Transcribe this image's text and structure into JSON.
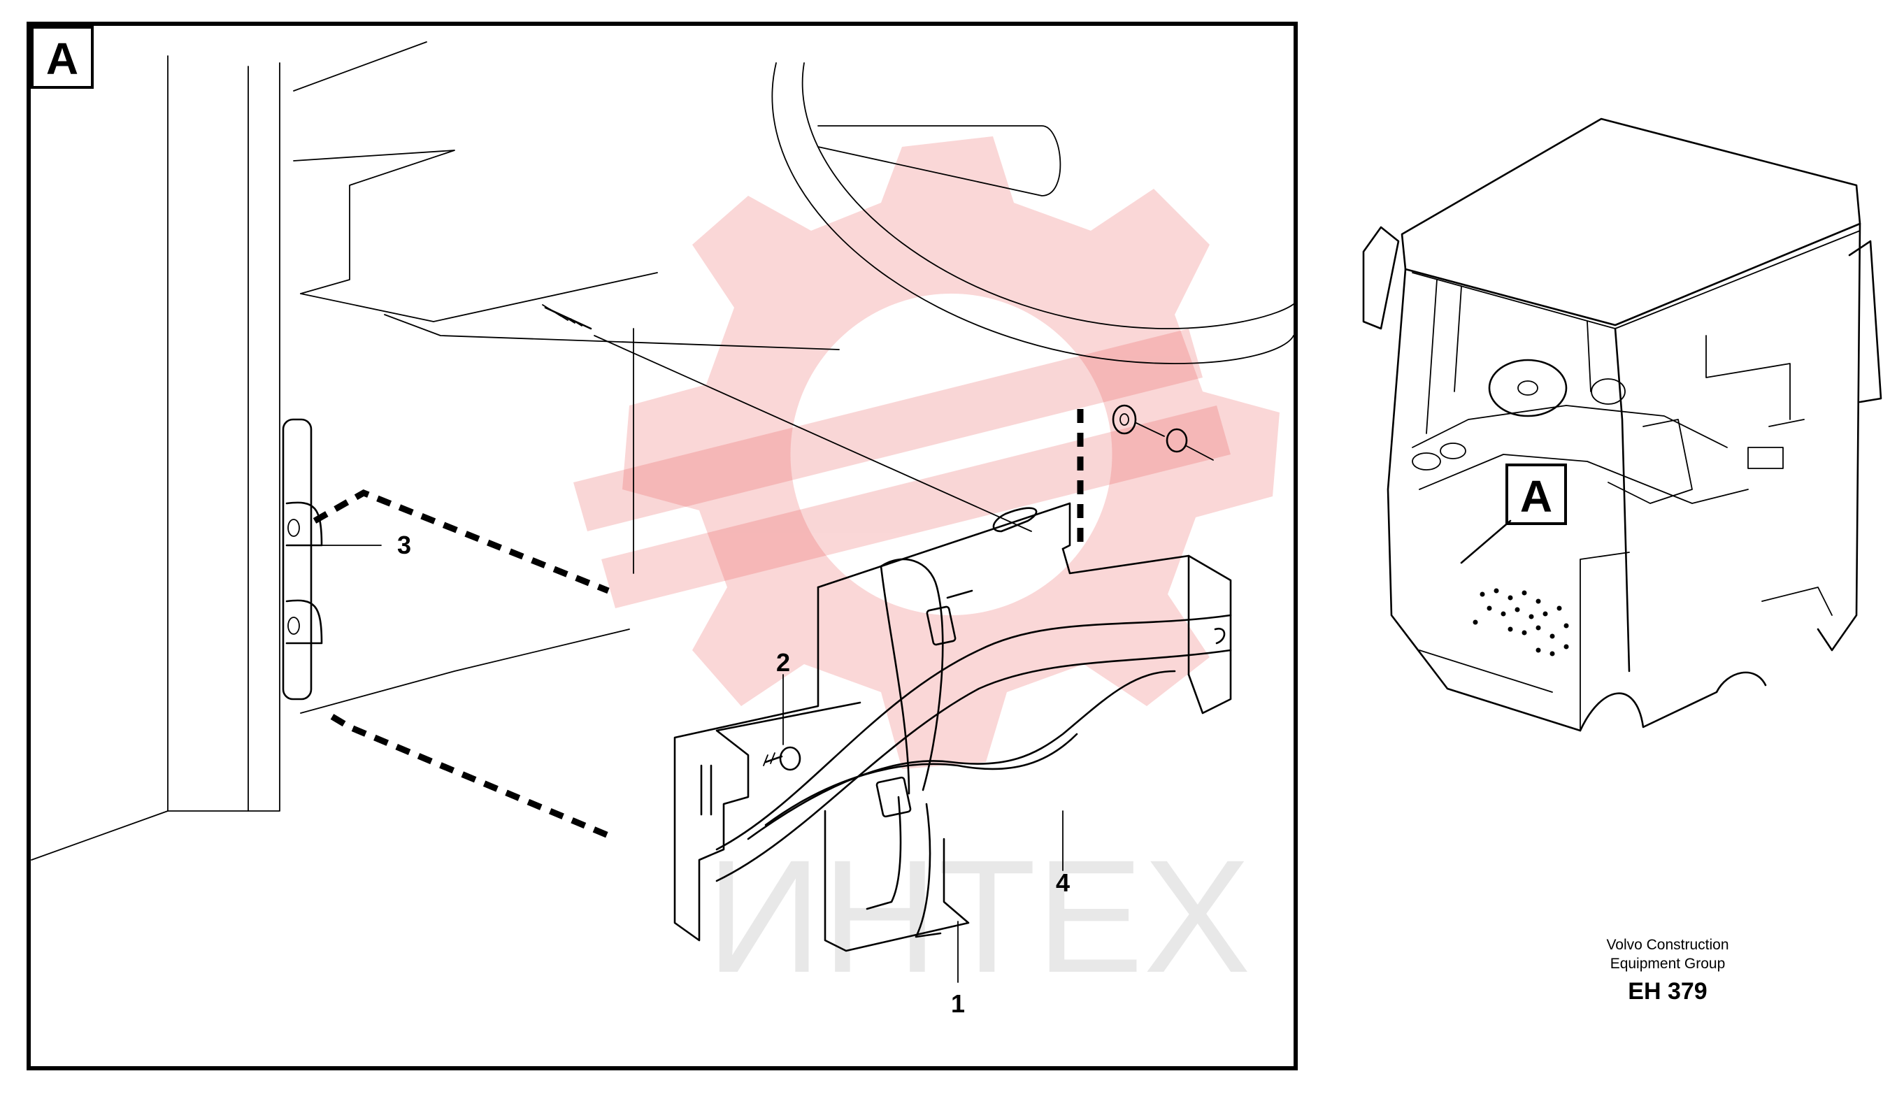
{
  "view": {
    "letter": "A",
    "detail_letter": "A"
  },
  "callouts": [
    {
      "id": "1",
      "label": "1"
    },
    {
      "id": "2",
      "label": "2"
    },
    {
      "id": "3",
      "label": "3"
    },
    {
      "id": "4",
      "label": "4"
    }
  ],
  "watermark": {
    "text": "ИНТЕХ",
    "color": "#e84a4a"
  },
  "credit": {
    "line1": "Volvo Construction",
    "line2": "Equipment Group",
    "code": "EH 379"
  },
  "colors": {
    "line": "#000000",
    "background": "#ffffff"
  }
}
